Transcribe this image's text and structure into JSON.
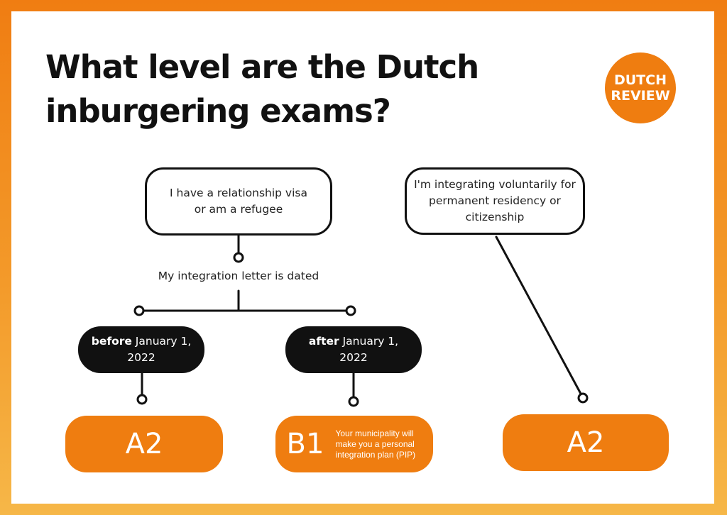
{
  "title": {
    "line1": "What level are the Dutch",
    "line2": "inburgering exams?"
  },
  "logo": {
    "line1": "DUTCH",
    "line2": "REVIEW"
  },
  "colors": {
    "accent": "#ef7d10",
    "border": "#f07d12",
    "dark": "#111111"
  },
  "boxes": {
    "relationship": {
      "line1": "I have a relationship visa",
      "line2": "or am a refugee"
    },
    "voluntary": {
      "line1": "I'm integrating voluntarily for",
      "line2": "permanent residency or",
      "line3": "citizenship"
    }
  },
  "letter_label": "My integration letter is dated",
  "branches": {
    "before": {
      "bold": "before",
      "rest": " January 1,",
      "line2": "2022"
    },
    "after": {
      "bold": "after",
      "rest": " January 1,",
      "line2": "2022"
    }
  },
  "results": {
    "left": {
      "level": "A2"
    },
    "middle": {
      "level": "B1",
      "note": "Your municipality will make you a personal integration plan (PIP)"
    },
    "right": {
      "level": "A2"
    }
  }
}
